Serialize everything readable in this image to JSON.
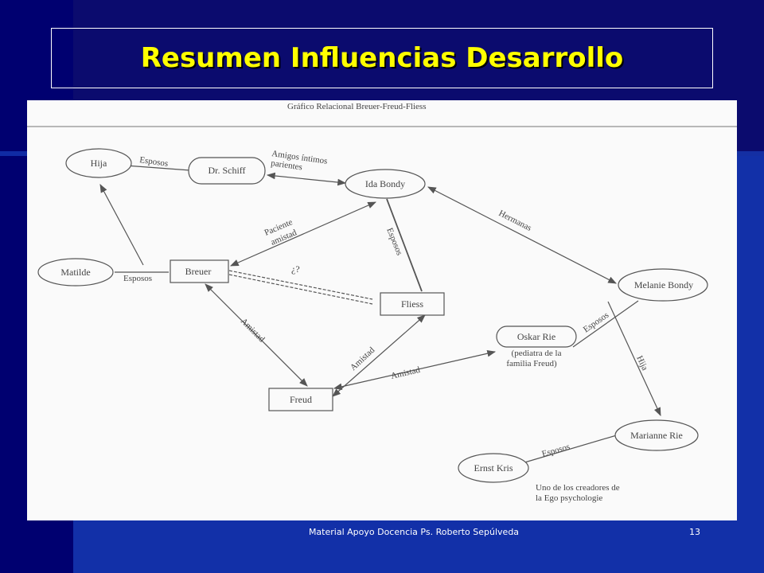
{
  "slide": {
    "title": "Resumen Influencias Desarrollo",
    "footer": "Material Apoyo Docencia Ps. Roberto Sepúlveda",
    "page_number": "13",
    "colors": {
      "background": "#0b0b6e",
      "title": "#ffff00",
      "footer": "#ffffff",
      "diagram_paper": "#fafafa",
      "ink": "#555555"
    }
  },
  "diagram": {
    "caption": "Gráfico Relacional Breuer-Freud-Fliess",
    "nodes": {
      "hija": "Hija",
      "schiff": "Dr. Schiff",
      "ida": "Ida Bondy",
      "matilde": "Matilde",
      "breuer": "Breuer",
      "fliess": "Fliess",
      "melanie": "Melanie Bondy",
      "oskar": "Oskar Rie",
      "oskar_note_1": "(pediatra de la",
      "oskar_note_2": "familia Freud)",
      "freud": "Freud",
      "marianne": "Marianne Rie",
      "ernst": "Ernst Kris",
      "ernst_note_1": "Uno de los creadores de",
      "ernst_note_2": "la Ego psychologie"
    },
    "edges": {
      "hija_schiff": "Esposos",
      "schiff_ida_1": "Amigos íntimos",
      "schiff_ida_2": "parientes",
      "breuer_ida_1": "Paciente",
      "breuer_ida_2": "amistad",
      "ida_fliess": "Esposos",
      "ida_melanie": "Hermanas",
      "matilde_breuer": "Esposos",
      "breuer_fliess": "¿?",
      "breuer_freud": "Amistad",
      "fliess_freud": "Amistad",
      "oskar_freud": "Amistad",
      "melanie_oskar": "Esposos",
      "melanie_marianne": "Hija",
      "ernst_marianne": "Esposos"
    }
  }
}
